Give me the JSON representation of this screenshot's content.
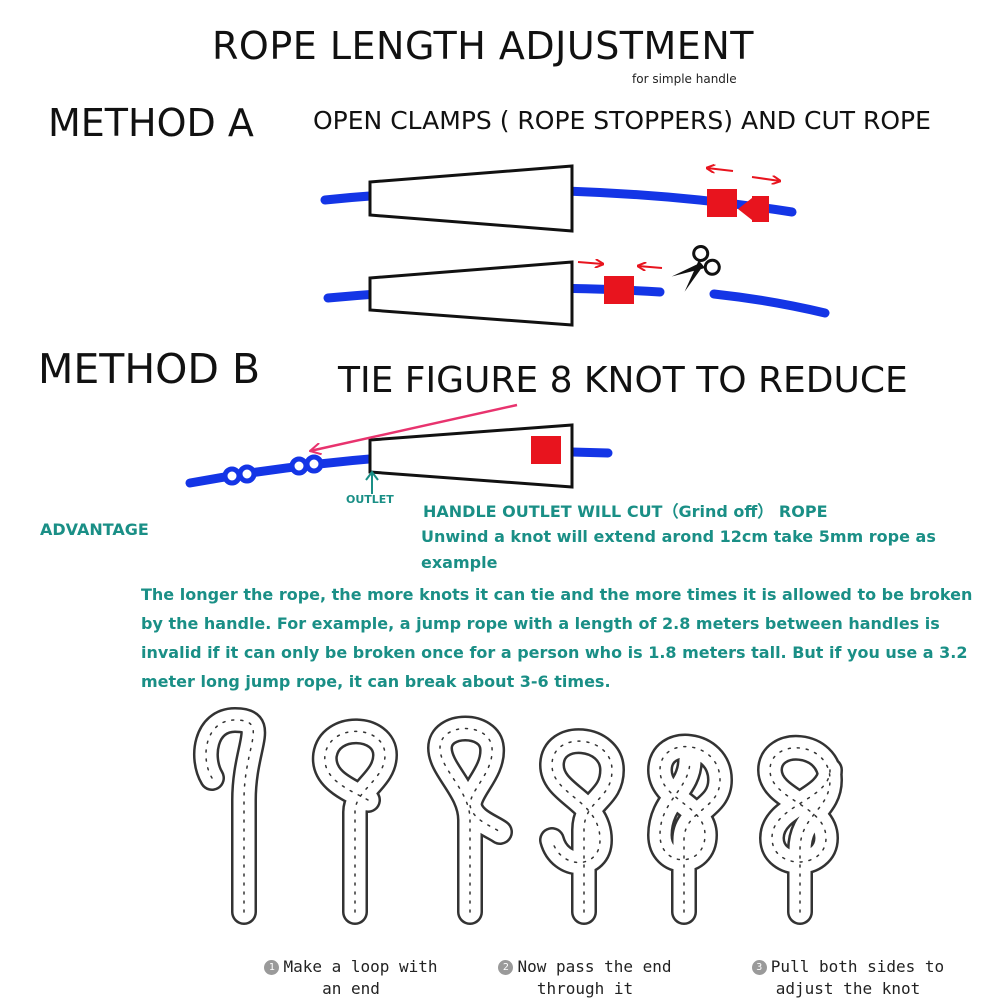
{
  "title": "ROPE LENGTH ADJUSTMENT",
  "subtitle": "for simple handle",
  "method_a": {
    "label": "METHOD  A",
    "description": "OPEN CLAMPS ( ROPE STOPPERS) AND CUT ROPE"
  },
  "method_b": {
    "label": "METHOD B",
    "description": "TIE FIGURE 8 KNOT TO REDUCE",
    "outlet_label": "OUTLET",
    "handle_note": "HANDLE OUTLET WILL CUT（Grind off）  ROPE",
    "unwind_note": "Unwind a knot will extend arond 12cm take 5mm rope as example"
  },
  "advantage": {
    "label": "ADVANTAGE",
    "text": "The longer the rope, the more knots it can tie and the more times it is allowed to be broken by the handle. For example, a jump rope with a length of 2.8 meters between handles is invalid if it can only be broken once for a person who is 1.8 meters tall. But if you use a 3.2 meter long jump rope, it can break about 3-6 times."
  },
  "steps": [
    {
      "number": "1",
      "text": "Make a loop with\nan end"
    },
    {
      "number": "2",
      "text": "Now pass the end\nthrough it"
    },
    {
      "number": "3",
      "text": "Pull both sides to\nadjust the knot"
    }
  ],
  "colors": {
    "rope": "#1435e6",
    "clamp": "#e8141e",
    "arrow_red": "#e8141e",
    "arrow_pink": "#e8336e",
    "teal_text": "#1a8f86"
  },
  "icons": {
    "scissors": "scissors-icon",
    "figure8": "figure8-knot-icon"
  }
}
